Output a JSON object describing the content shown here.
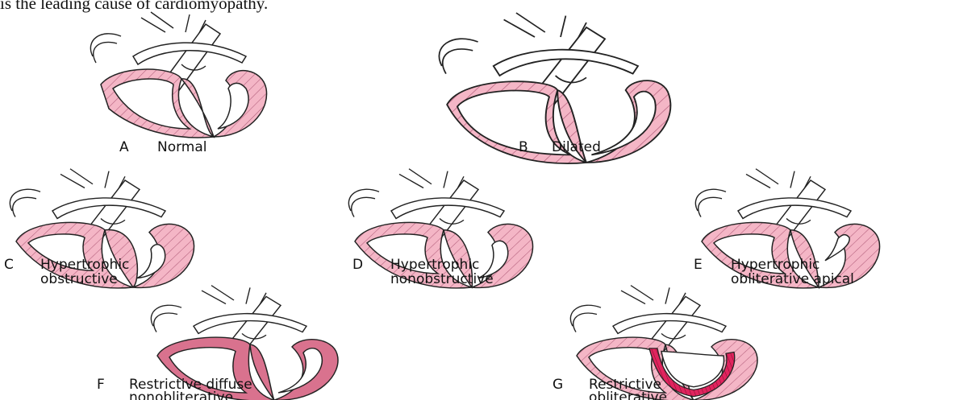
{
  "intro_text": "is the leading cause of cardiomyopathy.",
  "colors": {
    "myocardium": "#f4b6c6",
    "hatch_line": "#b05a78",
    "diffuse_fill": "#d9728e",
    "obliterative_band": "#e0245e"
  },
  "panels": [
    {
      "letter": "A",
      "line1": "Normal",
      "line2": ""
    },
    {
      "letter": "B",
      "line1": "Dilated",
      "line2": ""
    },
    {
      "letter": "C",
      "line1": "Hypertrophic",
      "line2": "obstructive"
    },
    {
      "letter": "D",
      "line1": "Hypertrophic",
      "line2": "nonobstructive"
    },
    {
      "letter": "E",
      "line1": "Hypertrophic",
      "line2": "obliterative apical"
    },
    {
      "letter": "F",
      "line1": "Restrictive diffuse",
      "line2": "nonobliterative"
    },
    {
      "letter": "G",
      "line1": "Restrictive",
      "line2": "obliterative"
    }
  ]
}
